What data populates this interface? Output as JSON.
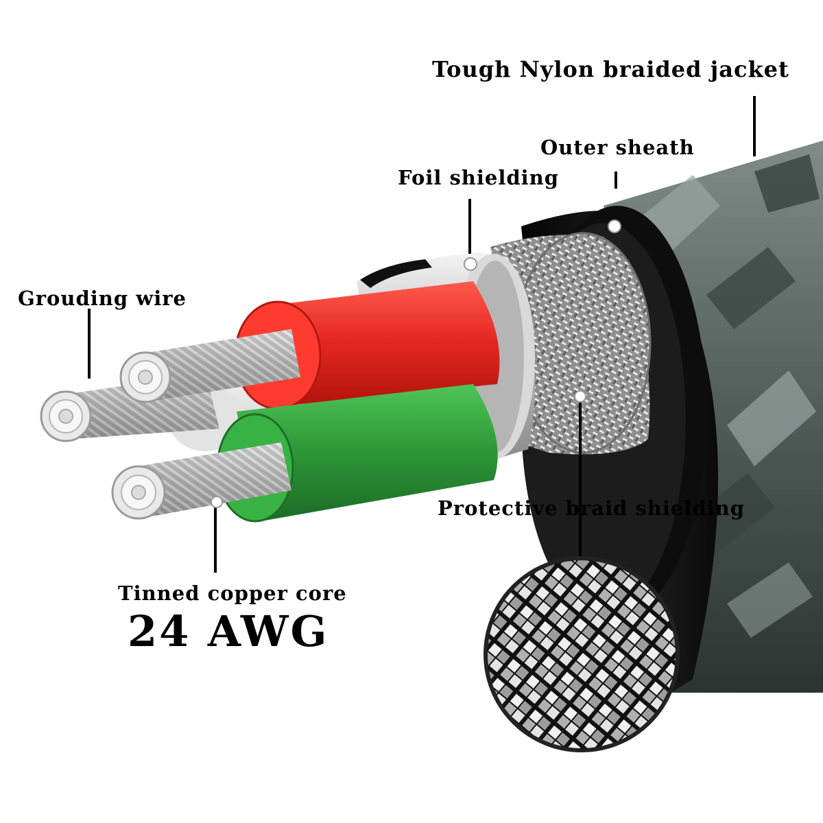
{
  "labels": {
    "jacket": "Tough Nylon braided jacket",
    "sheath": "Outer sheath",
    "foil": "Foil shielding",
    "grounding": "Grouding wire",
    "braid": "Protective braid shielding",
    "core": "Tinned copper core",
    "gauge": "24 AWG"
  },
  "colors": {
    "red_wire": "#e8302a",
    "green_wire": "#2e9a3c",
    "foil": "#c9c9c9",
    "braid": "#9a9a9a",
    "sheath": "#111111",
    "jacket": "#5c6b66"
  }
}
